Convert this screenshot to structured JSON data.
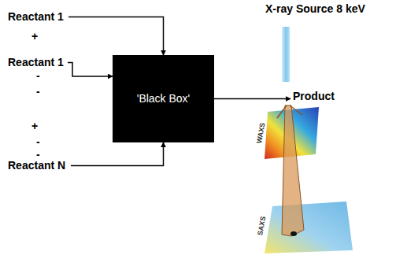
{
  "diagram": {
    "nodes": [
      {
        "text": [
          "Reactant 1"
        ]
      },
      {
        "text": [
          "Reactant 1"
        ]
      },
      {
        "text": [
          "Reactant N"
        ]
      },
      {
        "text": [
          "'Black Box'"
        ]
      },
      {
        "text": [
          "Product"
        ]
      }
    ],
    "edges": [
      {
        "from": 0,
        "to": 3,
        "arrow": "to"
      },
      {
        "from": 1,
        "to": 3,
        "arrow": "to"
      },
      {
        "from": 2,
        "to": 3,
        "arrow": "to"
      },
      {
        "from": 3,
        "to": 4,
        "arrow": "to"
      }
    ],
    "labels": [
      "X-ray Source 8 keV",
      "+",
      "-",
      "-",
      "+",
      "-",
      "-",
      "WAXS",
      "SAXS"
    ]
  }
}
